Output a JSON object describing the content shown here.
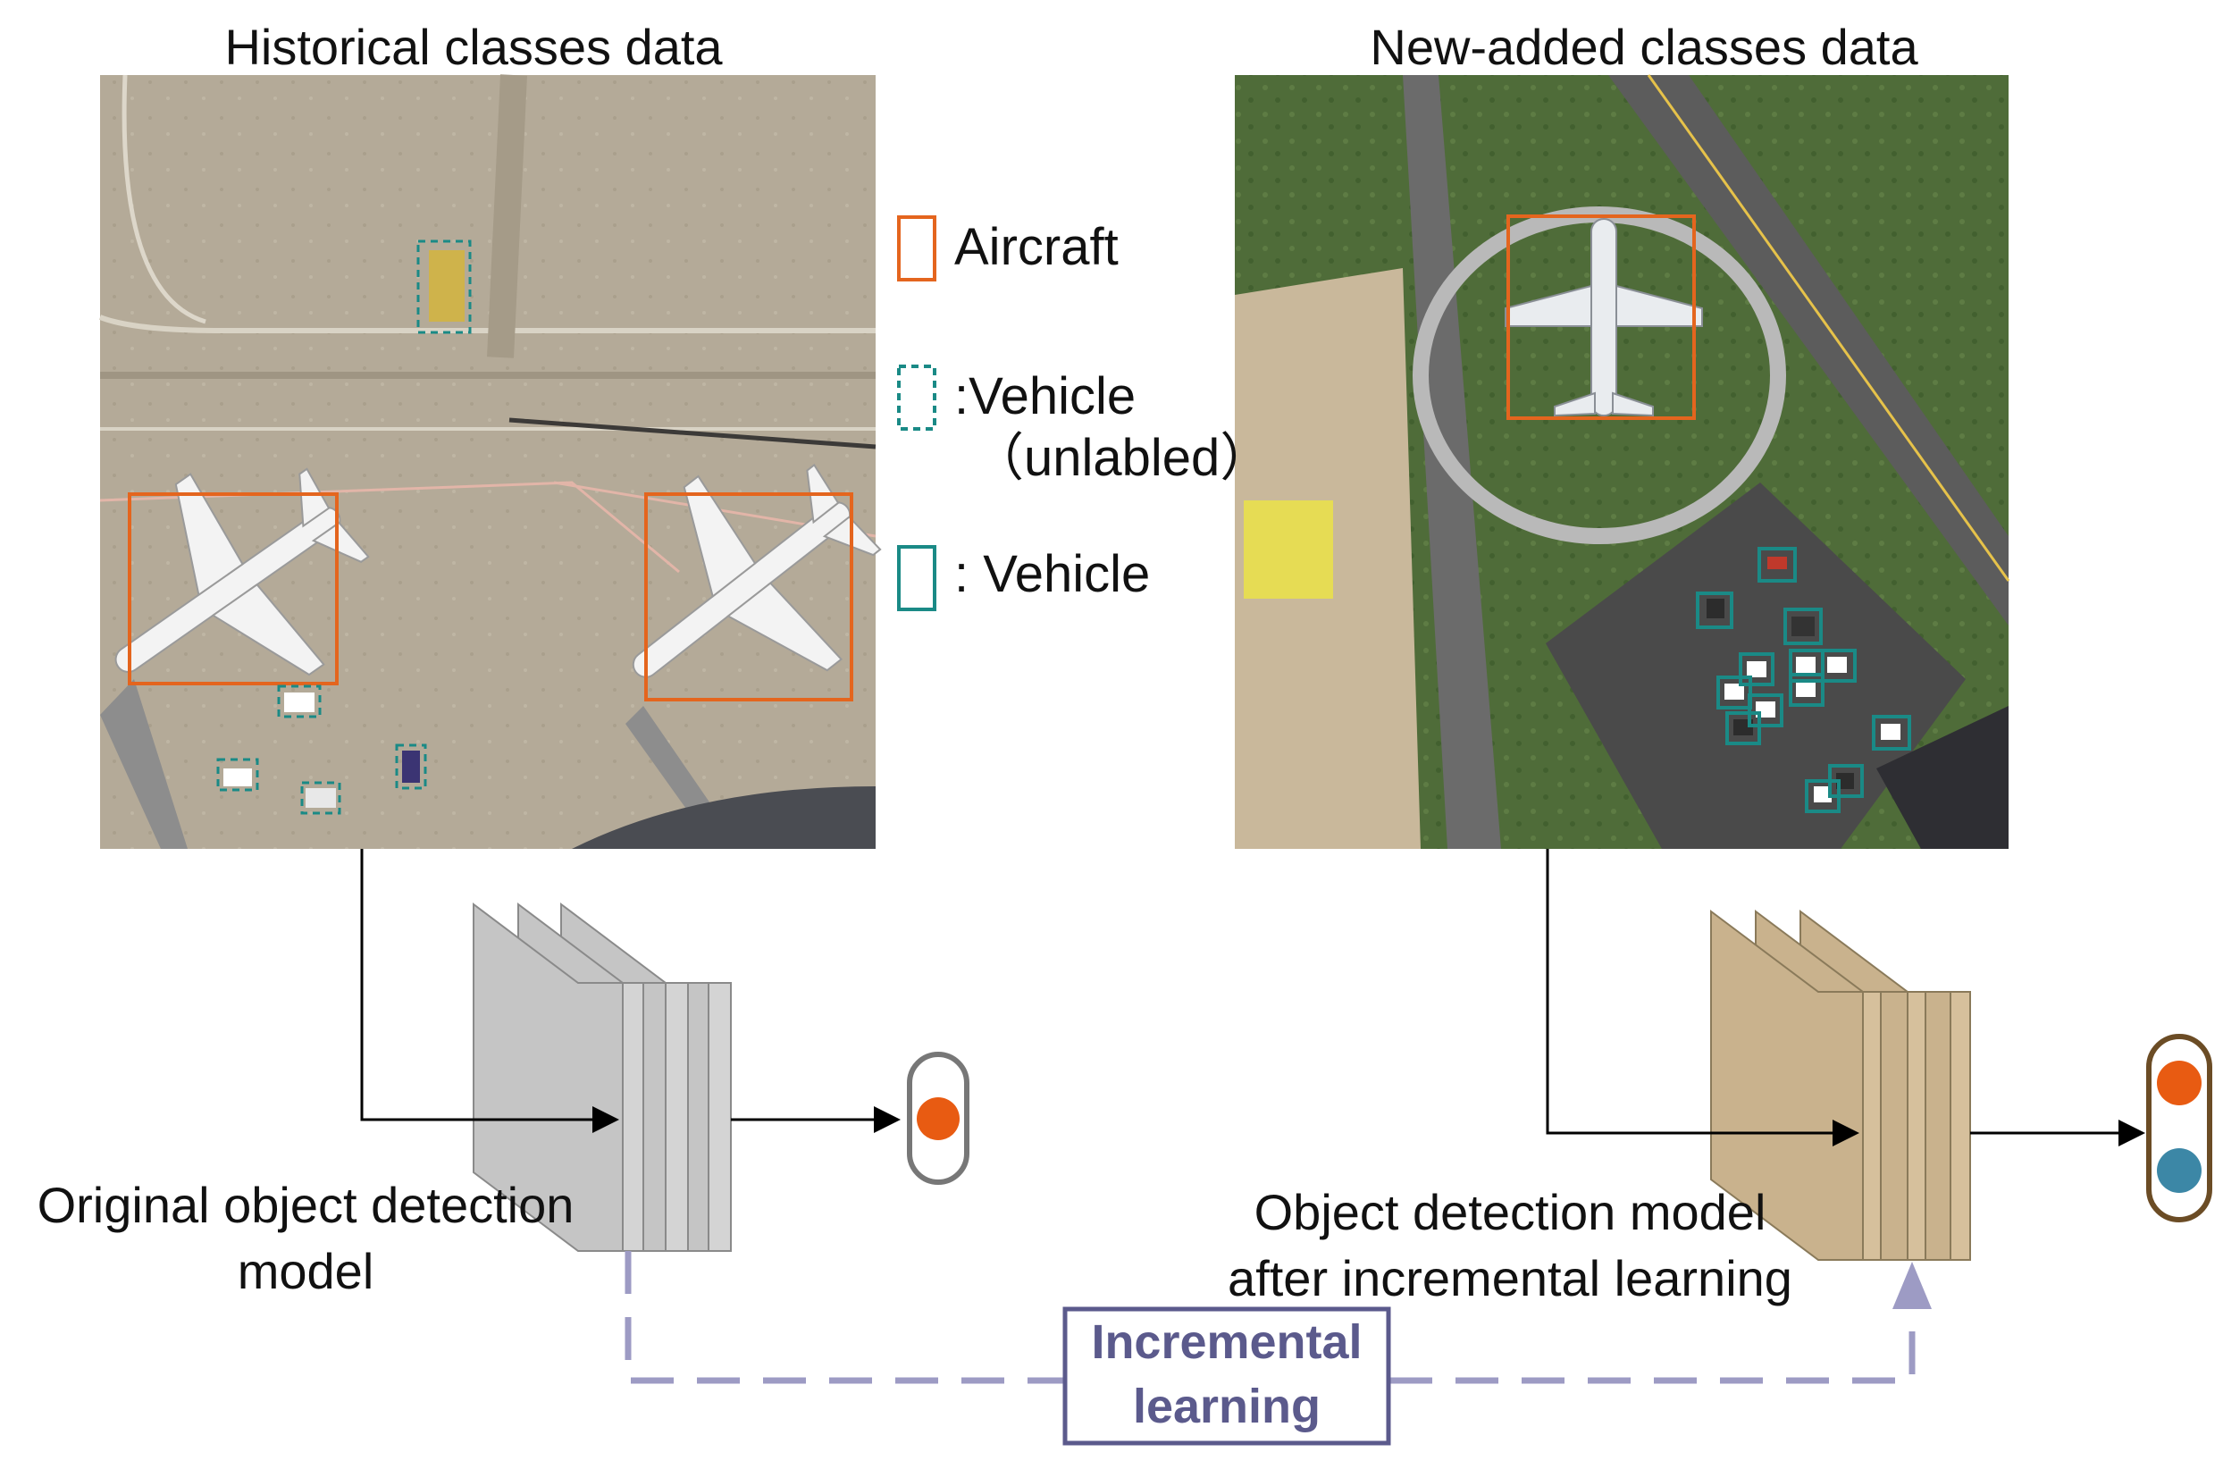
{
  "panels": {
    "historical_title": "Historical classes data",
    "new_title": "New-added classes data"
  },
  "legend": {
    "aircraft": "Aircraft",
    "vehicle_unlabeled_line1": ":Vehicle",
    "vehicle_unlabeled_line2": "（unlabled）",
    "vehicle": ": Vehicle"
  },
  "models": {
    "original_line1": "Original object detection",
    "original_line2": "model",
    "incremental_line1": "Object detection model",
    "incremental_line2": "after incremental learning"
  },
  "incremental_box": {
    "line1": "Incremental",
    "line2": "learning"
  },
  "colors": {
    "aircraft_box": "#e4651e",
    "vehicle_box": "#1a8a86",
    "original_model": "#c5c5c5",
    "incremental_model": "#c9b28d",
    "incremental_arrow": "#9d9bc4",
    "output_orange": "#e85b12",
    "output_blue": "#3c87a6",
    "incremental_text": "#5b5a8c"
  }
}
